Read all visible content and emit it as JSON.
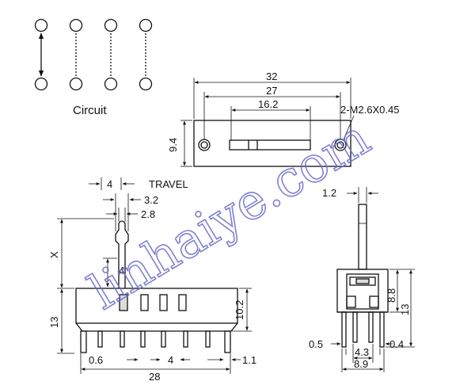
{
  "circuit": {
    "title": "Circuit"
  },
  "top_view": {
    "dim_32": "32",
    "dim_27": "27",
    "dim_16_2": "16.2",
    "dim_9_4": "9.4",
    "hole_spec": "2-M2.6X0.45"
  },
  "front_view": {
    "travel_value": "4",
    "travel_label": "TRAVEL",
    "dim_3_2": "3.2",
    "dim_2_8": "2.8",
    "dim_x": "X",
    "dim_4_actuator": "4",
    "dim_13": "13",
    "dim_10_2": "10.2",
    "dim_0_6": "0.6",
    "dim_4_pitch": "4",
    "dim_1_1": "1.1",
    "dim_28": "28"
  },
  "side_view": {
    "dim_1_2": "1.2",
    "dim_8_8": "8.8",
    "dim_13": "13",
    "dim_0_5": "0.5",
    "dim_4_3": "4.3",
    "dim_0_4": "0.4",
    "dim_8_9": "8.9"
  },
  "watermark": {
    "text": "linhaiye.com",
    "color": "#6a6cc8"
  }
}
